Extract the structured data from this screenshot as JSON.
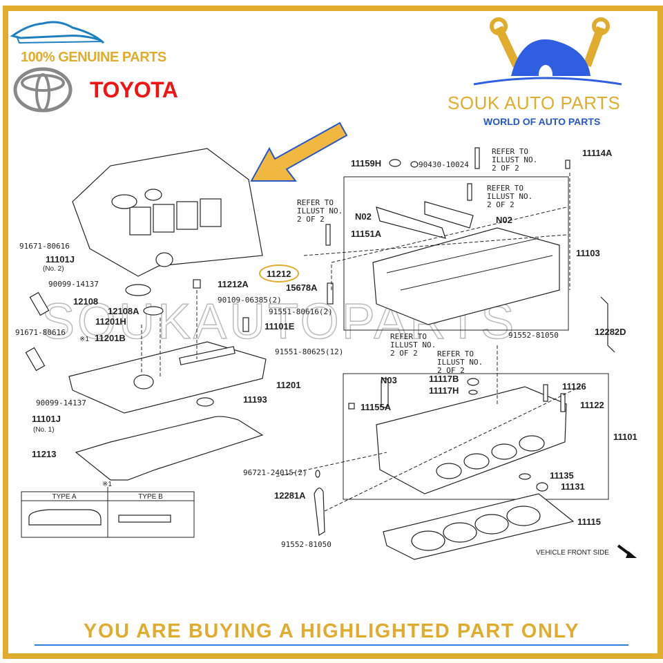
{
  "header": {
    "genuine_label": "100% GENUINE PARTS",
    "brand_name": "TOYOTA",
    "shop_name": "SOUK AUTO PARTS",
    "shop_tagline": "WORLD OF AUTO PARTS"
  },
  "watermark": "SOUKAUTOPARTS",
  "banner": "YOU ARE BUYING A HIGHLIGHTED PART ONLY",
  "colors": {
    "gold": "#e0ac2e",
    "blue": "#2656c8",
    "red": "#f01414",
    "highlight": "#e0ac2e"
  },
  "highlighted_part": "11212",
  "refer_note": [
    "REFER TO",
    "ILLUST NO.",
    "2 OF 2"
  ],
  "callouts": [
    "91671-80616",
    "11101J",
    "(No. 2)",
    "90099-14137",
    "12108",
    "12108A",
    "11201H",
    "91671-80616",
    "※1",
    "11201B",
    "90099-14137",
    "11101J",
    "(No. 1)",
    "11213",
    "11212A",
    "11212",
    "90109-06385(2)",
    "91551-80616(2)",
    "11101E",
    "91551-80625(12)",
    "11201",
    "11193",
    "15678A",
    "11159H",
    "90430-10024",
    "11114A",
    "N02",
    "N02",
    "11151A",
    "11103",
    "91552-81050",
    "12282D",
    "N03",
    "11117B",
    "11117H",
    "11126",
    "11122",
    "11155A",
    "11101",
    "96721-24015(2)",
    "12281A",
    "11135",
    "11131",
    "11115",
    "91552-81050",
    "※1"
  ],
  "type_table": {
    "type_a": "TYPE A",
    "type_b": "TYPE B"
  },
  "vehicle_front": "VEHICLE FRONT SIDE"
}
